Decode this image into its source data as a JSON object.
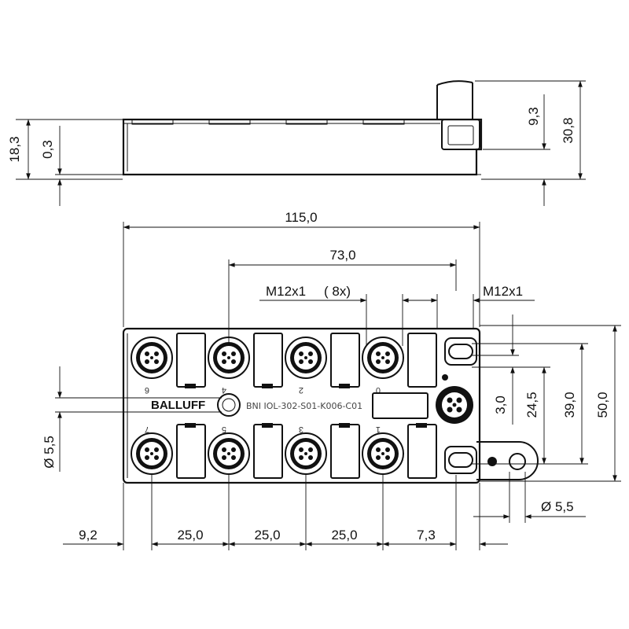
{
  "drawing": {
    "brand": "BALLUFF",
    "model_code": "BNI IOL-302-S01-K006-C01",
    "side_view": {
      "height_left": "18,3",
      "offset_left": "0,3",
      "height_right_small": "9,3",
      "height_right_total": "30,8"
    },
    "top_view": {
      "overall_width": "115,0",
      "connector_span": "73,0",
      "connector_thread_label": "M12x1",
      "connector_count_label": "( 8x)",
      "single_connector_label": "M12x1",
      "hole_offset_vertical": "3,0",
      "hole_spacing_24": "24,5",
      "hole_spacing_39": "39,0",
      "overall_height": "50,0",
      "hole_diameter_left": "Ø 5,5",
      "hole_diameter_right": "Ø 5,5",
      "pitch_left_margin": "9,2",
      "pitch_1": "25,0",
      "pitch_2": "25,0",
      "pitch_3": "25,0",
      "pitch_right": "7,3"
    },
    "port_numbers_top": [
      "6",
      "4",
      "2",
      "0"
    ],
    "port_numbers_bottom": [
      "7",
      "5",
      "3",
      "1"
    ]
  }
}
